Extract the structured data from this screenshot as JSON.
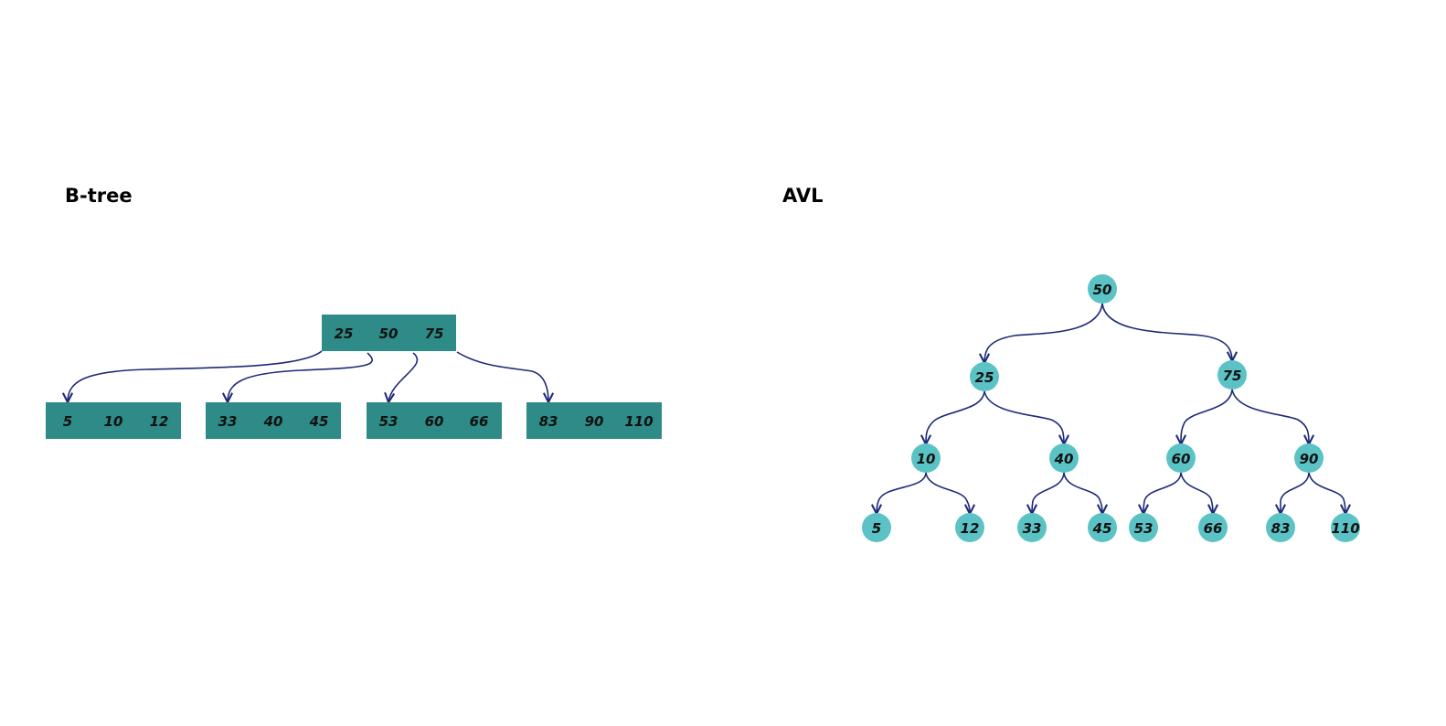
{
  "btree": {
    "title": "B-tree",
    "root": [
      "25",
      "50",
      "75"
    ],
    "leaves": [
      [
        "5",
        "10",
        "12"
      ],
      [
        "33",
        "40",
        "45"
      ],
      [
        "53",
        "60",
        "66"
      ],
      [
        "83",
        "90",
        "110"
      ]
    ],
    "node_color": "#2e8b87"
  },
  "avl": {
    "title": "AVL",
    "nodes": {
      "n50": "50",
      "n25": "25",
      "n75": "75",
      "n10": "10",
      "n40": "40",
      "n60": "60",
      "n90": "90",
      "n5": "5",
      "n12": "12",
      "n33": "33",
      "n45": "45",
      "n53": "53",
      "n66": "66",
      "n83": "83",
      "n110": "110"
    },
    "node_color": "#5bc3c5"
  },
  "edge_color": "#1e2a78"
}
